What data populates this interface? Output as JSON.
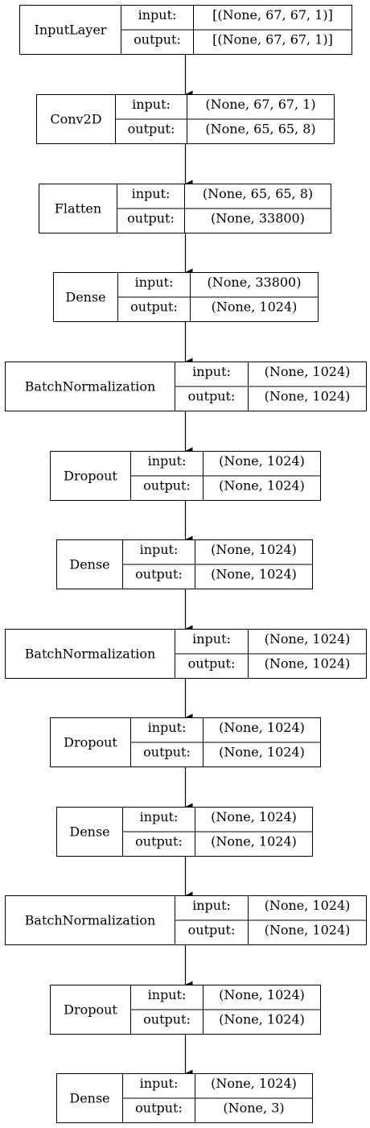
{
  "labels": {
    "input": "input:",
    "output": "output:"
  },
  "layers": [
    {
      "name": "InputLayer",
      "input": "[(None, 67, 67, 1)]",
      "output": "[(None, 67, 67, 1)]"
    },
    {
      "name": "Conv2D",
      "input": "(None, 67, 67, 1)",
      "output": "(None, 65, 65, 8)"
    },
    {
      "name": "Flatten",
      "input": "(None, 65, 65, 8)",
      "output": "(None, 33800)"
    },
    {
      "name": "Dense",
      "input": "(None, 33800)",
      "output": "(None, 1024)"
    },
    {
      "name": "BatchNormalization",
      "input": "(None, 1024)",
      "output": "(None, 1024)"
    },
    {
      "name": "Dropout",
      "input": "(None, 1024)",
      "output": "(None, 1024)"
    },
    {
      "name": "Dense",
      "input": "(None, 1024)",
      "output": "(None, 1024)"
    },
    {
      "name": "BatchNormalization",
      "input": "(None, 1024)",
      "output": "(None, 1024)"
    },
    {
      "name": "Dropout",
      "input": "(None, 1024)",
      "output": "(None, 1024)"
    },
    {
      "name": "Dense",
      "input": "(None, 1024)",
      "output": "(None, 1024)"
    },
    {
      "name": "BatchNormalization",
      "input": "(None, 1024)",
      "output": "(None, 1024)"
    },
    {
      "name": "Dropout",
      "input": "(None, 1024)",
      "output": "(None, 1024)"
    },
    {
      "name": "Dense",
      "input": "(None, 1024)",
      "output": "(None, 3)"
    }
  ],
  "edges": [
    {
      "from": 0,
      "to": 1
    },
    {
      "from": 1,
      "to": 2
    },
    {
      "from": 2,
      "to": 3
    },
    {
      "from": 3,
      "to": 4
    },
    {
      "from": 4,
      "to": 5
    },
    {
      "from": 5,
      "to": 6
    },
    {
      "from": 6,
      "to": 7
    },
    {
      "from": 7,
      "to": 8
    },
    {
      "from": 8,
      "to": 9
    },
    {
      "from": 9,
      "to": 10
    },
    {
      "from": 10,
      "to": 11
    },
    {
      "from": 11,
      "to": 12
    }
  ],
  "colors": {
    "line": "#000000",
    "fill": "#ffffff",
    "text": "#000000"
  }
}
